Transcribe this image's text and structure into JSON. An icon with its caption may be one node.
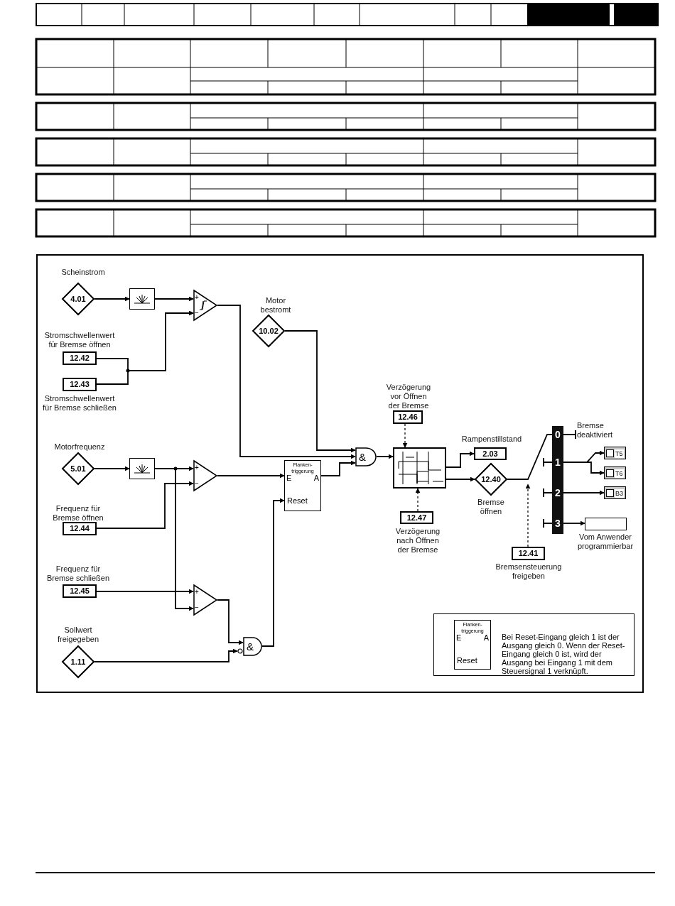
{
  "diagram": {
    "nodes": [
      {
        "text": [
          "4.01"
        ],
        "beside": [
          "Scheinstrom"
        ]
      },
      {
        "text": [],
        "shape": "box"
      },
      {
        "text": [
          "+",
          "−"
        ]
      },
      {
        "text": [
          "12.42"
        ],
        "beside": [
          "Stromschwellenwert für Bremse öffnen"
        ]
      },
      {
        "text": [
          "12.43"
        ],
        "beside": [
          "Stromschwellenwert für Bremse schließen"
        ]
      },
      {
        "text": [
          "10.02"
        ],
        "beside": [
          "Motor bestromt"
        ]
      },
      {
        "text": [
          "5.01"
        ],
        "beside": [
          "Motorfrequenz"
        ]
      },
      {
        "text": [],
        "shape": "box"
      },
      {
        "text": [
          "+",
          "−"
        ]
      },
      {
        "text": [
          "12.44"
        ],
        "beside": [
          "Frequenz für Bremse öffnen"
        ]
      },
      {
        "text": [
          "12.45"
        ],
        "beside": [
          "Frequenz für Bremse schließen"
        ]
      },
      {
        "text": [
          "+",
          "−"
        ]
      },
      {
        "text": [
          "1.11"
        ],
        "beside": [
          "Sollwert freigegeben"
        ]
      },
      {
        "text": [
          "&"
        ]
      },
      {
        "text": [
          "Flanken- triggerung",
          "E",
          "A",
          "Reset"
        ]
      },
      {
        "text": [
          "&"
        ]
      },
      {
        "text": [],
        "shape": "box"
      },
      {
        "text": [
          "12.46"
        ],
        "beside": [
          "Verzögerung vor Öffnen der Bremse"
        ]
      },
      {
        "text": [
          "12.47"
        ],
        "beside": [
          "Verzögerung nach Öffnen der Bremse"
        ]
      },
      {
        "text": [
          "2.03"
        ],
        "beside": [
          "Rampenstillstand"
        ]
      },
      {
        "text": [
          "12.40"
        ],
        "beside": [
          "Bremse öffnen"
        ]
      },
      {
        "text": [
          "12.41"
        ],
        "beside": [
          "Bremsensteuerung freigeben"
        ]
      },
      {
        "text": [
          "0",
          "1",
          "2",
          "3"
        ]
      },
      {
        "text": [
          "T5"
        ]
      },
      {
        "text": [
          "T6"
        ]
      },
      {
        "text": [
          "B3"
        ]
      },
      {
        "text": [],
        "shape": "box",
        "beside": [
          "Vom Anwender programmierbar"
        ]
      },
      {
        "text": [
          "Bei Reset-Eingang gleich 1 ist der Ausgang gleich 0. Wenn der Reset-Eingang gleich 0 ist, wird der Ausgang bei Eingang 1 mit dem Steuersignal 1 verknüpft."
        ]
      },
      {
        "text": [
          "Flanken- triggerung",
          "E",
          "A",
          "Reset"
        ],
        "in": 27
      }
    ],
    "edges": [
      {
        "from": 0,
        "to": 1,
        "arrow": "to"
      },
      {
        "from": 1,
        "to": 2,
        "arrow": "to"
      },
      {
        "from": 3,
        "to": 2,
        "arrow": "to"
      },
      {
        "from": 4,
        "to": 2,
        "arrow": "to"
      },
      {
        "from": 2,
        "to": 15,
        "arrow": "to"
      },
      {
        "from": 5,
        "to": 15,
        "arrow": "to"
      },
      {
        "from": 6,
        "to": 7,
        "arrow": "to"
      },
      {
        "from": 7,
        "to": 8,
        "arrow": "to"
      },
      {
        "from": 7,
        "to": 11,
        "arrow": "to"
      },
      {
        "from": 9,
        "to": 8,
        "arrow": "to"
      },
      {
        "from": 10,
        "to": 11,
        "arrow": "to"
      },
      {
        "from": 11,
        "to": 13,
        "arrow": "to"
      },
      {
        "from": 12,
        "to": 13,
        "arrow": "to"
      },
      {
        "from": 8,
        "to": 14,
        "arrow": "to"
      },
      {
        "from": 13,
        "to": 14,
        "arrow": "to"
      },
      {
        "from": 14,
        "to": 15,
        "arrow": "to"
      },
      {
        "from": 15,
        "to": 16,
        "arrow": "to"
      },
      {
        "from": 17,
        "to": 16,
        "arrow": "to",
        "style": "dashed"
      },
      {
        "from": 18,
        "to": 16,
        "arrow": "to",
        "style": "dashed"
      },
      {
        "from": 16,
        "to": 19,
        "arrow": "to"
      },
      {
        "from": 16,
        "to": 20,
        "arrow": "to"
      },
      {
        "from": 20,
        "to": 22,
        "arrow": "none"
      },
      {
        "from": 21,
        "to": 22,
        "arrow": "to",
        "style": "dashed"
      },
      {
        "from": 22,
        "to": 23,
        "arrow": "to"
      },
      {
        "from": 22,
        "to": 24,
        "arrow": "to"
      },
      {
        "from": 22,
        "to": 25,
        "arrow": "to"
      },
      {
        "from": 22,
        "to": 26,
        "arrow": "to"
      }
    ],
    "labels": [
      "Bremse deaktiviert"
    ]
  }
}
